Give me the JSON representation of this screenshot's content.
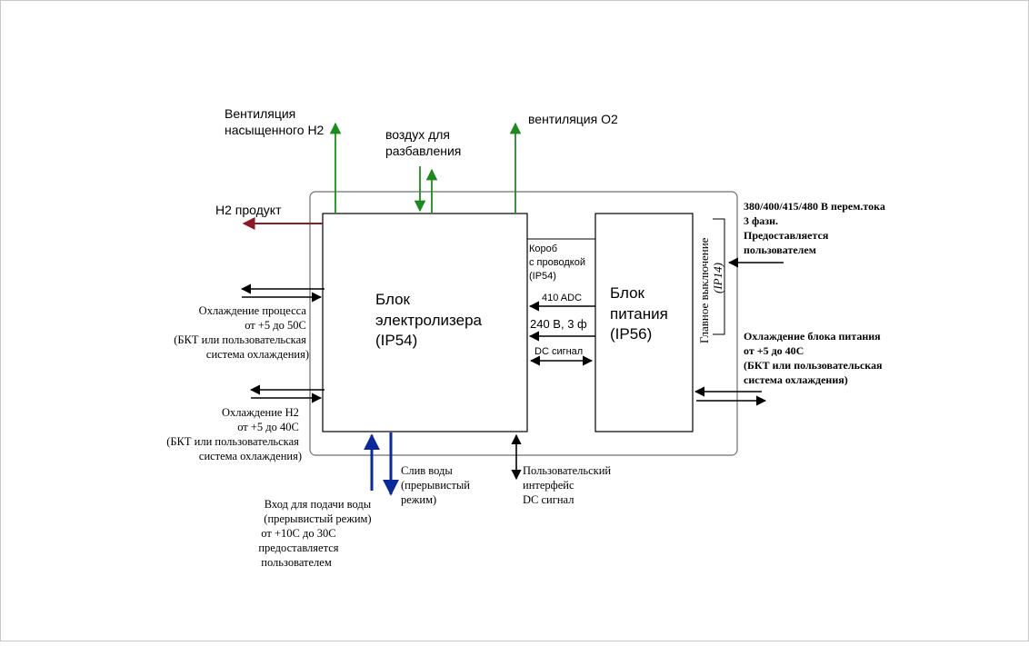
{
  "electrolyzer": {
    "lines": [
      "Блок",
      "электролизера",
      "(IP54)"
    ]
  },
  "power_unit": {
    "lines": [
      "Блок",
      "питания",
      "(IP56)"
    ]
  },
  "main_switch": {
    "line1": "Главное выключение",
    "line2": "(IP14)"
  },
  "labels": {
    "vent_h2": [
      "Вентиляция",
      "насыщенного Н2"
    ],
    "air_dilution": [
      "воздух для",
      "разбавления"
    ],
    "vent_o2": "вентиляция О2",
    "h2_product": "Н2 продукт",
    "conduit": [
      "Короб",
      "с проводкой",
      "(IP54)"
    ],
    "adc_410": "410 ADC",
    "ac_240": "240 В, 3 ф",
    "dc_signal": "DC сигнал",
    "supply": [
      "380/400/415/480 В перем.тока",
      "3 фазн.",
      "Предоставляется",
      "пользователем"
    ],
    "process_cooling": [
      "Охлаждение процесса",
      "от +5 до 50С",
      "(БКТ или пользовательская",
      "система охлаждения)"
    ],
    "h2_cooling": [
      "Охлаждение Н2",
      "от +5 до 40С",
      "(БКТ или пользовательская",
      "система охлаждения)"
    ],
    "psu_cooling": [
      "Охлаждение блока питания",
      "от +5 до 40С",
      "(БКТ или пользовательская",
      "система охлаждения)"
    ],
    "water_drain": [
      "Слив воды",
      "(прерывистый",
      "режим)"
    ],
    "water_inlet": [
      "Вход для подачи воды",
      "(прерывистый режим)",
      "от +10С до 30С",
      "предоставляется",
      "пользователем"
    ],
    "user_interface": [
      "Пользовательский",
      "интерфейс",
      "DC сигнал"
    ]
  },
  "colors": {
    "green": "#1e8a1e",
    "red": "#8b1a2b",
    "blue": "#0a2a9a",
    "black": "#000000",
    "gray_border": "#6f6f6f"
  }
}
